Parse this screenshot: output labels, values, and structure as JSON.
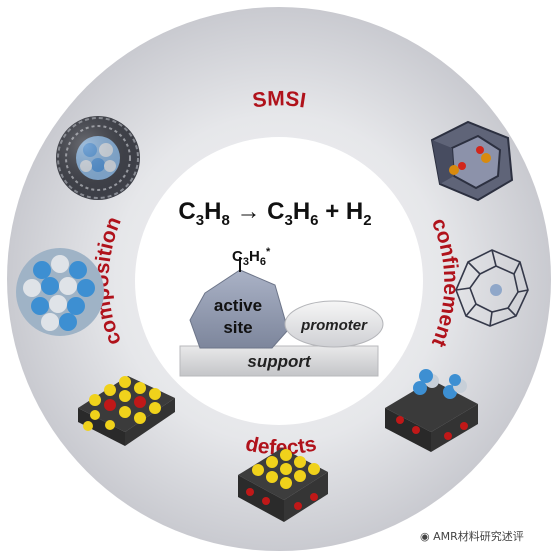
{
  "labels": {
    "top": "SMSI",
    "left": "composition",
    "right": "confinement",
    "bottom": "defects"
  },
  "reaction": {
    "reactant": {
      "base": "C",
      "sub1": "3",
      "mid": "H",
      "sub2": "8"
    },
    "arrow": "→",
    "product1": {
      "base": "C",
      "sub1": "3",
      "mid": "H",
      "sub2": "6"
    },
    "plus": "+",
    "product2": {
      "base": "H",
      "sub1": "2"
    }
  },
  "adsorbate": {
    "base": "C",
    "sub1": "3",
    "mid": "H",
    "sub2": "6",
    "sup": "*"
  },
  "blocks": {
    "active_site_line1": "active",
    "active_site_line2": "site",
    "promoter": "promoter",
    "support": "support"
  },
  "watermark": "AMR材料研究述评",
  "colors": {
    "label_red": "#b0121b",
    "ring_gray": "#d4d5da",
    "shape_gray": "#9aa2b6"
  }
}
